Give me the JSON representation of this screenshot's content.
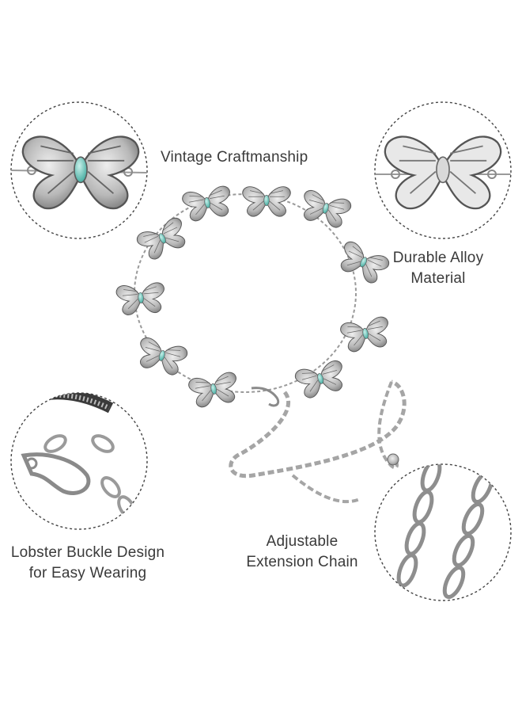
{
  "features": {
    "vintage": "Vintage Craftmanship",
    "alloy_line1": "Durable Alloy",
    "alloy_line2": "Material",
    "buckle_line1": "Lobster Buckle Design",
    "buckle_line2": "for Easy Wearing",
    "chain_line1": "Adjustable",
    "chain_line2": "Extension Chain"
  },
  "colors": {
    "silver": "#b8b8b8",
    "silver_dark": "#6e6e6e",
    "turquoise": "#7fcfc6",
    "frame": "#444444"
  },
  "icons": [
    "butterfly-pendant-image",
    "butterfly-back-image",
    "lobster-clasp-image",
    "chain-links-image",
    "butterfly-belt-image"
  ]
}
